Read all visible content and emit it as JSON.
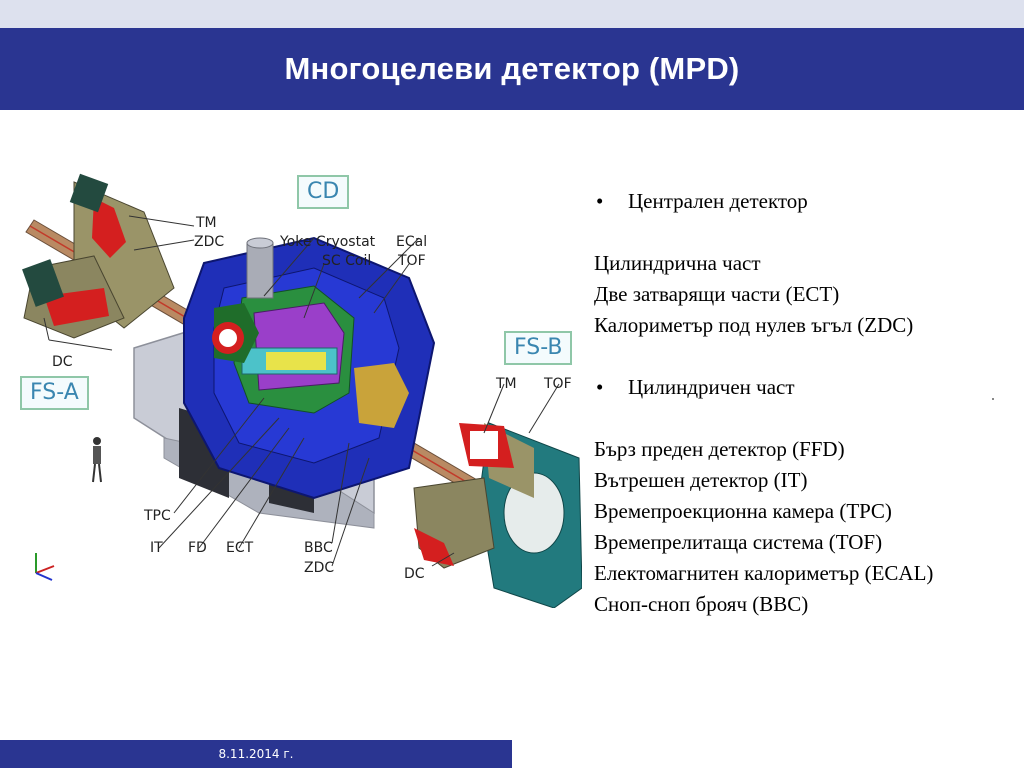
{
  "slide": {
    "title": "Многоцелеви детектор (MPD)",
    "footer_date": "8.11.2014 г."
  },
  "diagram": {
    "boxes": {
      "cd": "CD",
      "fs_a": "FS-A",
      "fs_b": "FS-B"
    },
    "labels": {
      "tm_left": "TM",
      "zdc_top": "ZDC",
      "yoke_cryostat": "Yoke Cryostat",
      "ecal": "ECal",
      "sc_coil": "SC Coil",
      "tof_top": "TOF",
      "dc_left": "DC",
      "tm_right": "TM",
      "tof_right": "TOF",
      "tpc": "TPC",
      "it": "IT",
      "fd": "FD",
      "ect": "ECT",
      "bbc": "BBC",
      "zdc_bottom": "ZDC",
      "dc_right": "DC"
    },
    "colors": {
      "yoke": "#1f2fb8",
      "support": "#c9ccd6",
      "magnet": "#d41f1f",
      "calorimeter": "#9a9468",
      "end_disk": "#227a7e"
    }
  },
  "content": {
    "lines": [
      {
        "bullet": true,
        "text": "Централен детектор"
      },
      {
        "gap": true
      },
      {
        "text": "Цилиндрична част"
      },
      {
        "text": "Две затварящи части (ECT)"
      },
      {
        "text": "Калориметър под нулев ъгъл (ZDC)"
      },
      {
        "gap": true
      },
      {
        "bullet": true,
        "text": "Цилиндричен част"
      },
      {
        "gap": true
      },
      {
        "text": "Бърз преден детектор (FFD)"
      },
      {
        "text": "Вътрешен детектор (IT)"
      },
      {
        "text": "Времепроекционна камера (TPC)"
      },
      {
        "text": "Времепрелитаща система (TOF)"
      },
      {
        "text": "Електомагнитен калориметър (ECAL)"
      },
      {
        "text": "Сноп-сноп брояч (BBC)"
      }
    ]
  }
}
